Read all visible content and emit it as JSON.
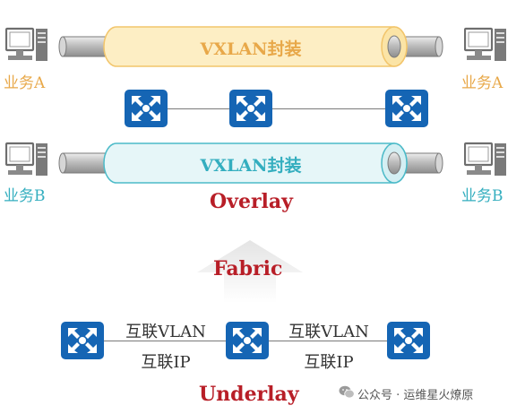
{
  "overlay": {
    "tunnel_a_label": "VXLAN封装",
    "tunnel_b_label": "VXLAN封装",
    "service_a_left": "业务A",
    "service_a_right": "业务A",
    "service_b_left": "业务B",
    "service_b_right": "业务B",
    "layer_label": "Overlay"
  },
  "fabric": {
    "label": "Fabric"
  },
  "underlay": {
    "link1_top": "互联VLAN",
    "link1_bottom": "互联IP",
    "link2_top": "互联VLAN",
    "link2_bottom": "互联IP",
    "layer_label": "Underlay"
  },
  "watermark": {
    "text": "公众号 · 运维星火燎原"
  },
  "colors": {
    "tunnel_a_fill": "#fdeec4",
    "tunnel_a_stroke": "#f2c56b",
    "tunnel_a_text": "#e8a849",
    "tunnel_b_fill": "#e6f6f8",
    "tunnel_b_stroke": "#4bbac8",
    "tunnel_b_text": "#34aebf",
    "switch_blue": "#1565b4",
    "accent_red": "#b81e27"
  }
}
